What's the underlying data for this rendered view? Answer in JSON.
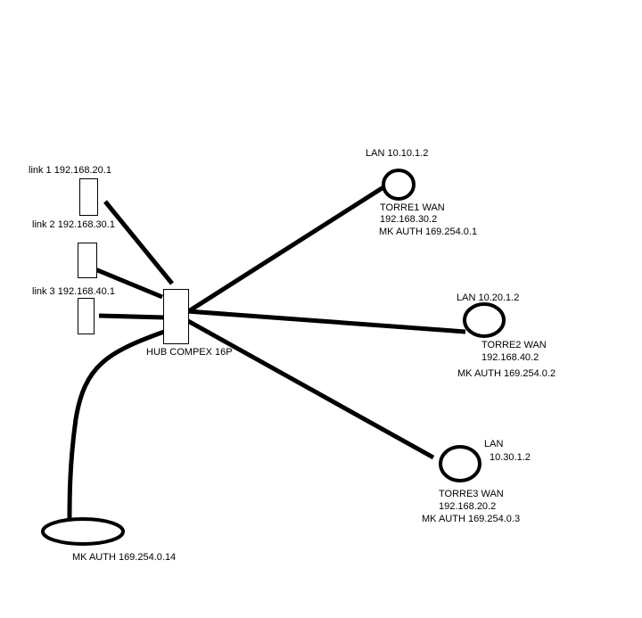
{
  "links": [
    {
      "label": "link 1 192.168.20.1"
    },
    {
      "label": "link 2 192.168.30.1"
    },
    {
      "label": "link 3 192.168.40.1"
    }
  ],
  "hub": {
    "label": "HUB COMPEX 16P"
  },
  "towers": [
    {
      "lan": "LAN 10.10.1.2",
      "wan": "TORRE1 WAN",
      "wan_ip": "192.168.30.2",
      "mk_auth": "MK AUTH 169.254.0.1"
    },
    {
      "lan": "LAN 10.20.1.2",
      "wan": "TORRE2 WAN",
      "wan_ip": "192.168.40.2",
      "mk_auth": "MK AUTH 169.254.0.2"
    },
    {
      "lan_line1": "LAN",
      "lan_line2": "10.30.1.2",
      "wan": "TORRE3 WAN",
      "wan_ip": "192.168.20.2",
      "mk_auth": "MK AUTH 169.254.0.3"
    }
  ],
  "server": {
    "label": "MK AUTH 169.254.0.14"
  }
}
